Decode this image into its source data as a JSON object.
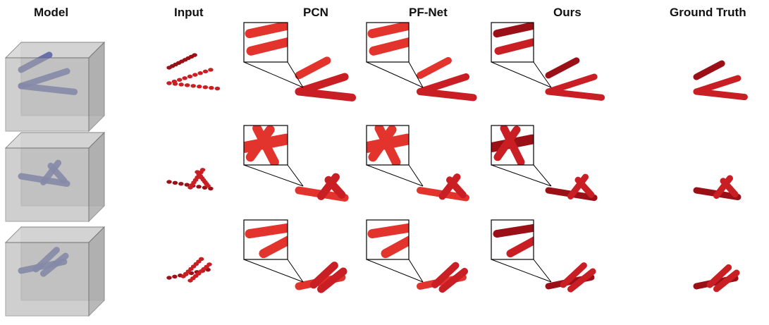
{
  "figure": {
    "headers": [
      "Model",
      "Input",
      "PCN",
      "PF-Net",
      "Ours",
      "Ground Truth"
    ],
    "colors": {
      "point_dark": "#9b0f17",
      "point_mid": "#c81e24",
      "point_light": "#e2342d",
      "box_fill": "#a8a8a8",
      "box_edge": "#6e6e6e",
      "tube": "#5d66a8",
      "zoom_frame": "#000000"
    }
  }
}
